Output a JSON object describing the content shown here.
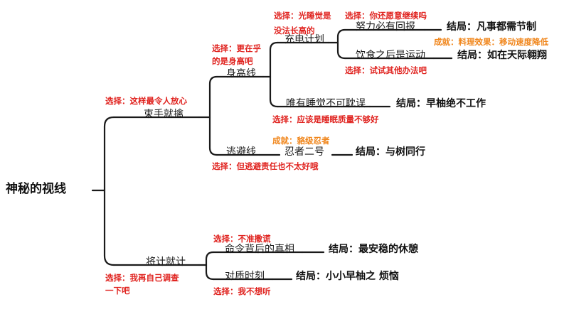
{
  "root": "神秘的视线",
  "branch1": {
    "label": "束手就擒",
    "note": "选择：这样最令人放心",
    "height_line": {
      "label": "身高线",
      "note_l1": "选择：更在乎",
      "note_l2": "的是身高吧",
      "charge_plan": {
        "label": "充电计划",
        "note_l1": "选择：光睡觉是",
        "note_l2": "没法长高的",
        "effort": {
          "label": "努力必有回报",
          "note": "选择：你还愿意继续吗",
          "ending": "结局：凡事都需节制",
          "achievement": "成就：料理效果：移动速度降低"
        },
        "exercise": {
          "label": "饮食之后是运动",
          "note": "选择：试试其他办法吧",
          "ending": "结局：如在天际翱翔"
        }
      },
      "sleep": {
        "label": "唯有睡觉不可耽误",
        "note": "选择：应该是睡眠质量不够好",
        "ending": "结局：早柚绝不工作"
      }
    },
    "escape_line": {
      "label": "逃避线",
      "note": "选择：但逃避责任也不太好哦",
      "ninja": {
        "label": "忍者二号",
        "achievement": "成就：貉级忍者",
        "ending": "结局：与树同行"
      }
    }
  },
  "branch2": {
    "label": "将计就计",
    "note_l1": "选择：我再自己调查",
    "note_l2": "一下吧",
    "truth": {
      "label": "命令背后的真相",
      "note": "选择：不准撒谎",
      "ending": "结局：最安稳的休憩"
    },
    "confront": {
      "label": "对质时刻",
      "note": "选择：我不想听",
      "ending": "结局：小小早柚之 烦恼"
    }
  }
}
